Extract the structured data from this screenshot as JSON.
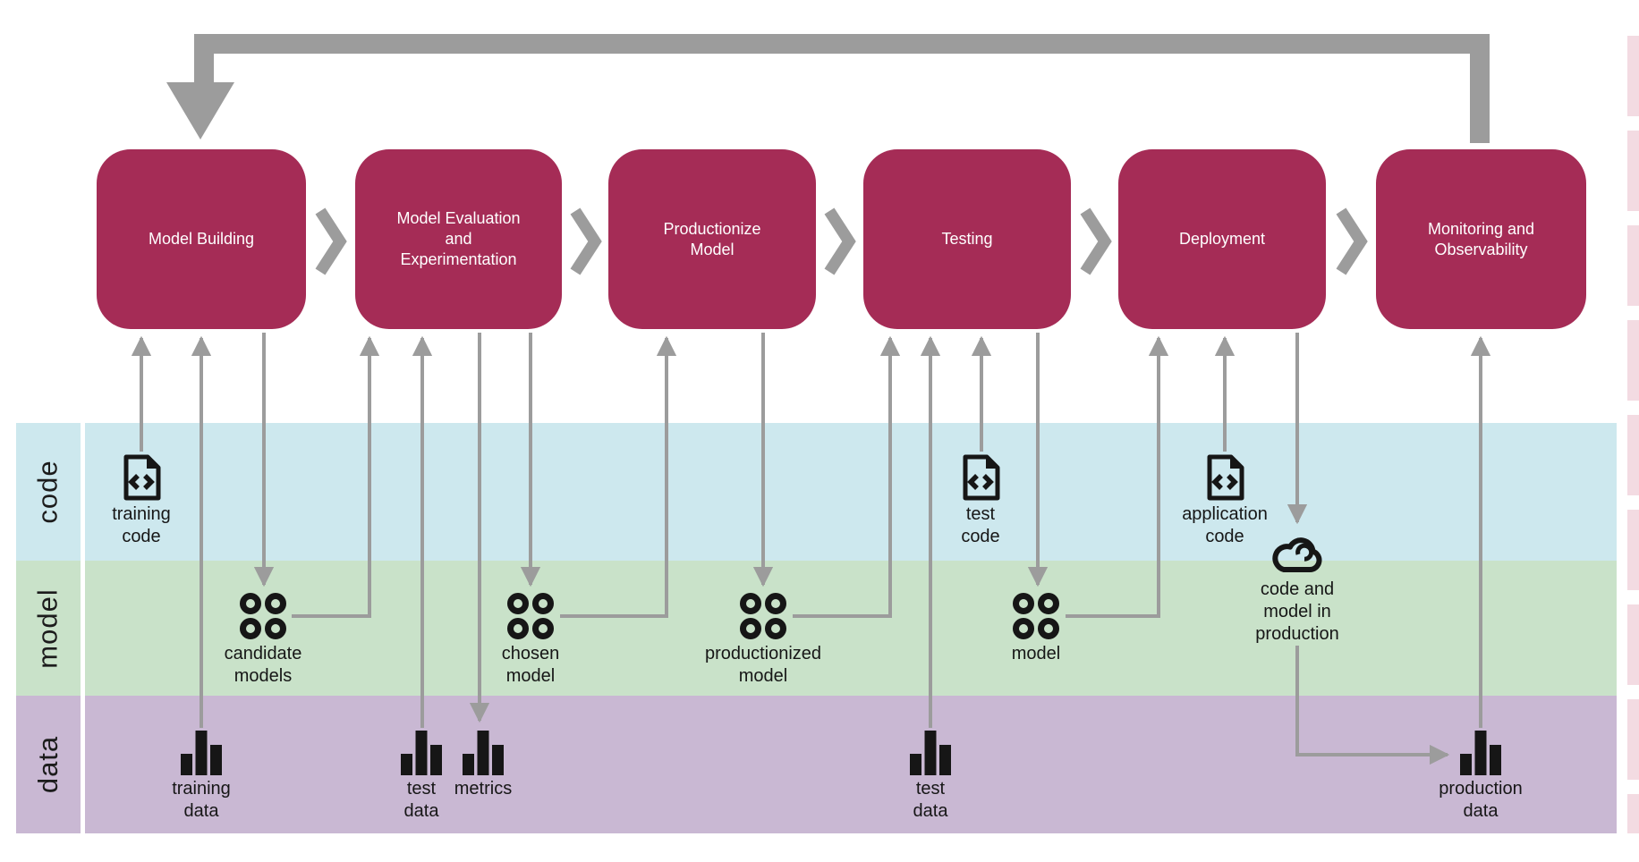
{
  "pipeline": {
    "stages": [
      {
        "label": "Model Building"
      },
      {
        "label": "Model Evaluation\nand\nExperimentation"
      },
      {
        "label": "Productionize\nModel"
      },
      {
        "label": "Testing"
      },
      {
        "label": "Deployment"
      },
      {
        "label": "Monitoring and\nObservability"
      }
    ]
  },
  "bands": [
    {
      "label": "code"
    },
    {
      "label": "model"
    },
    {
      "label": "data"
    }
  ],
  "artifacts": [
    {
      "id": "training-code",
      "icon": "code-file-icon",
      "label": "training\ncode"
    },
    {
      "id": "training-data",
      "icon": "bar-chart-icon",
      "label": "training\ndata"
    },
    {
      "id": "candidate-models",
      "icon": "model-circles-icon",
      "label": "candidate\nmodels"
    },
    {
      "id": "test-data-evaluation",
      "icon": "bar-chart-icon",
      "label": "test\ndata"
    },
    {
      "id": "metrics",
      "icon": "bar-chart-icon",
      "label": "metrics"
    },
    {
      "id": "chosen-model",
      "icon": "model-circles-icon",
      "label": "chosen\nmodel"
    },
    {
      "id": "productionized-model",
      "icon": "model-circles-icon",
      "label": "productionized\nmodel"
    },
    {
      "id": "test-code",
      "icon": "code-file-icon",
      "label": "test\ncode"
    },
    {
      "id": "test-data-testing",
      "icon": "bar-chart-icon",
      "label": "test\ndata"
    },
    {
      "id": "model",
      "icon": "model-circles-icon",
      "label": "model"
    },
    {
      "id": "application-code",
      "icon": "code-file-icon",
      "label": "application\ncode"
    },
    {
      "id": "code-and-model-in-production",
      "icon": "cloud-icon",
      "label": "code and\nmodel in\nproduction"
    },
    {
      "id": "production-data",
      "icon": "bar-chart-icon",
      "label": "production\ndata"
    }
  ],
  "flows": [
    {
      "from": "Monitoring and Observability",
      "to": "Model Building",
      "type": "feedback-loop"
    },
    {
      "from": "training code",
      "to": "Model Building"
    },
    {
      "from": "training data",
      "to": "Model Building"
    },
    {
      "from": "Model Building",
      "to": "candidate models"
    },
    {
      "from": "candidate models",
      "to": "Model Evaluation and Experimentation"
    },
    {
      "from": "test data",
      "to": "Model Evaluation and Experimentation"
    },
    {
      "from": "Model Evaluation and Experimentation",
      "to": "metrics"
    },
    {
      "from": "Model Evaluation and Experimentation",
      "to": "chosen model"
    },
    {
      "from": "chosen model",
      "to": "Productionize Model"
    },
    {
      "from": "Productionize Model",
      "to": "productionized model"
    },
    {
      "from": "productionized model",
      "to": "Testing"
    },
    {
      "from": "test data",
      "to": "Testing"
    },
    {
      "from": "test code",
      "to": "Testing"
    },
    {
      "from": "Testing",
      "to": "model"
    },
    {
      "from": "model",
      "to": "Deployment"
    },
    {
      "from": "application code",
      "to": "Deployment"
    },
    {
      "from": "Deployment",
      "to": "code and model in production"
    },
    {
      "from": "code and model in production",
      "to": "production data"
    },
    {
      "from": "production data",
      "to": "Monitoring and Observability"
    }
  ],
  "colors": {
    "stage_fill": "#a52c56",
    "arrow_gray": "#9c9c9c",
    "code_band": "#cde8ee",
    "model_band": "#c9e2c9",
    "data_band": "#c9b8d3",
    "icon_black": "#161616"
  }
}
